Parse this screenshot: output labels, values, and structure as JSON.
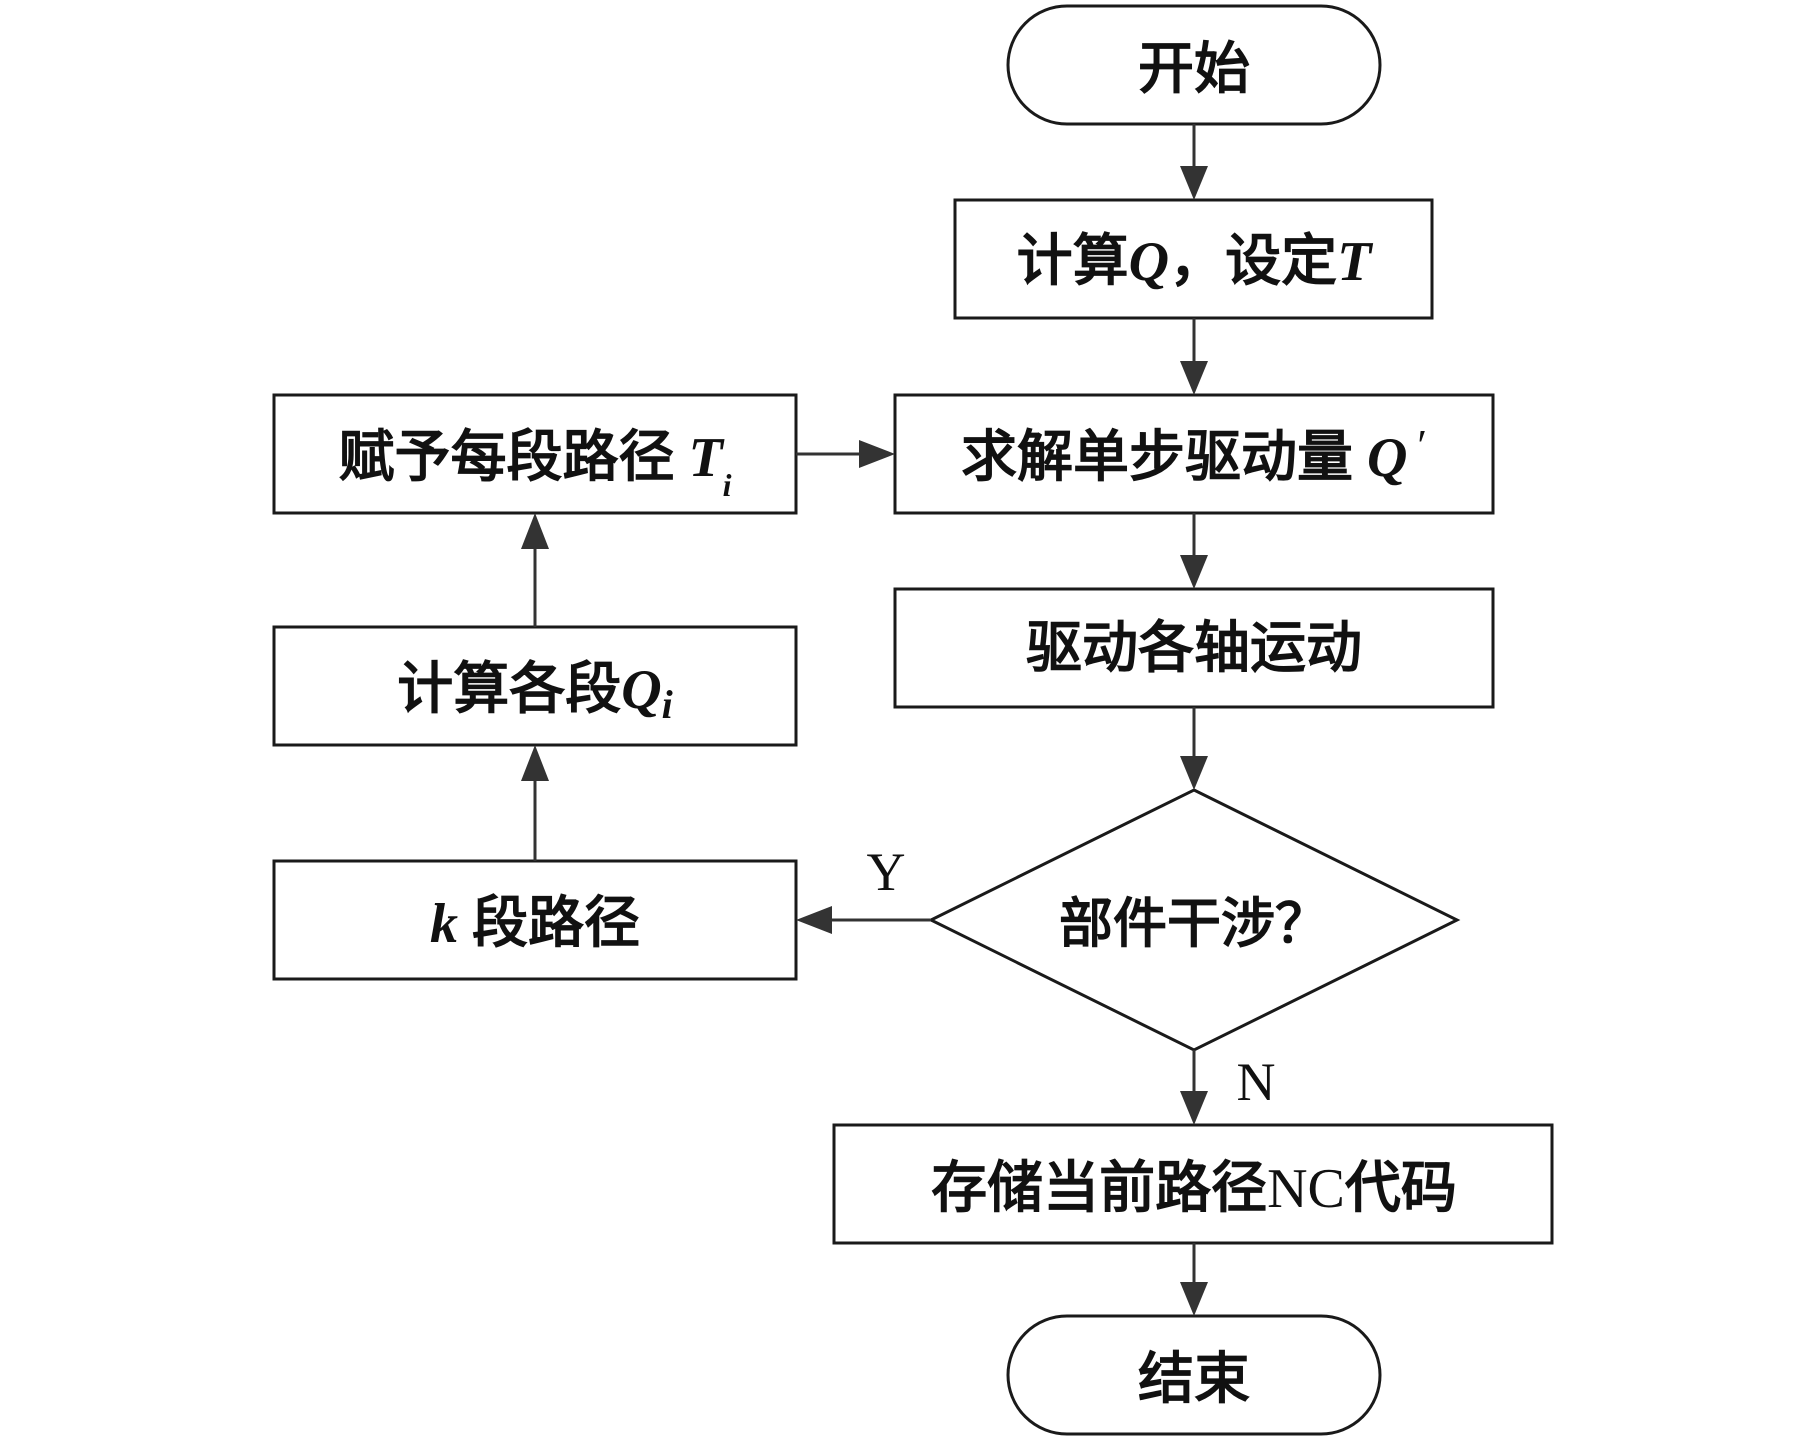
{
  "nodes": {
    "start": {
      "text": "开始"
    },
    "calc_q": {
      "pre": "计算",
      "q": "Q",
      "mid": "，设定",
      "t": "T"
    },
    "solve": {
      "pre": "求解单步驱动量",
      "q": "Q",
      "prime": "′"
    },
    "drive": {
      "text": "驱动各轴运动"
    },
    "decision": {
      "text": "部件干涉？"
    },
    "store": {
      "pre": "存储当前路径",
      "nc": "NC",
      "post": "代码"
    },
    "end": {
      "text": "结束"
    },
    "k_path": {
      "k": "k",
      "post": "段路径"
    },
    "calc_qi": {
      "pre": "计算各段",
      "q": "Q",
      "sub": "i"
    },
    "assign": {
      "pre": "赋予每段路径",
      "t": "T",
      "sub": "i"
    }
  },
  "edges": {
    "yes_label": "Y",
    "no_label": "N"
  },
  "colors": {
    "stroke": "#1a1a1a",
    "arrow": "#333333",
    "text": "#111111",
    "background": "#ffffff"
  }
}
